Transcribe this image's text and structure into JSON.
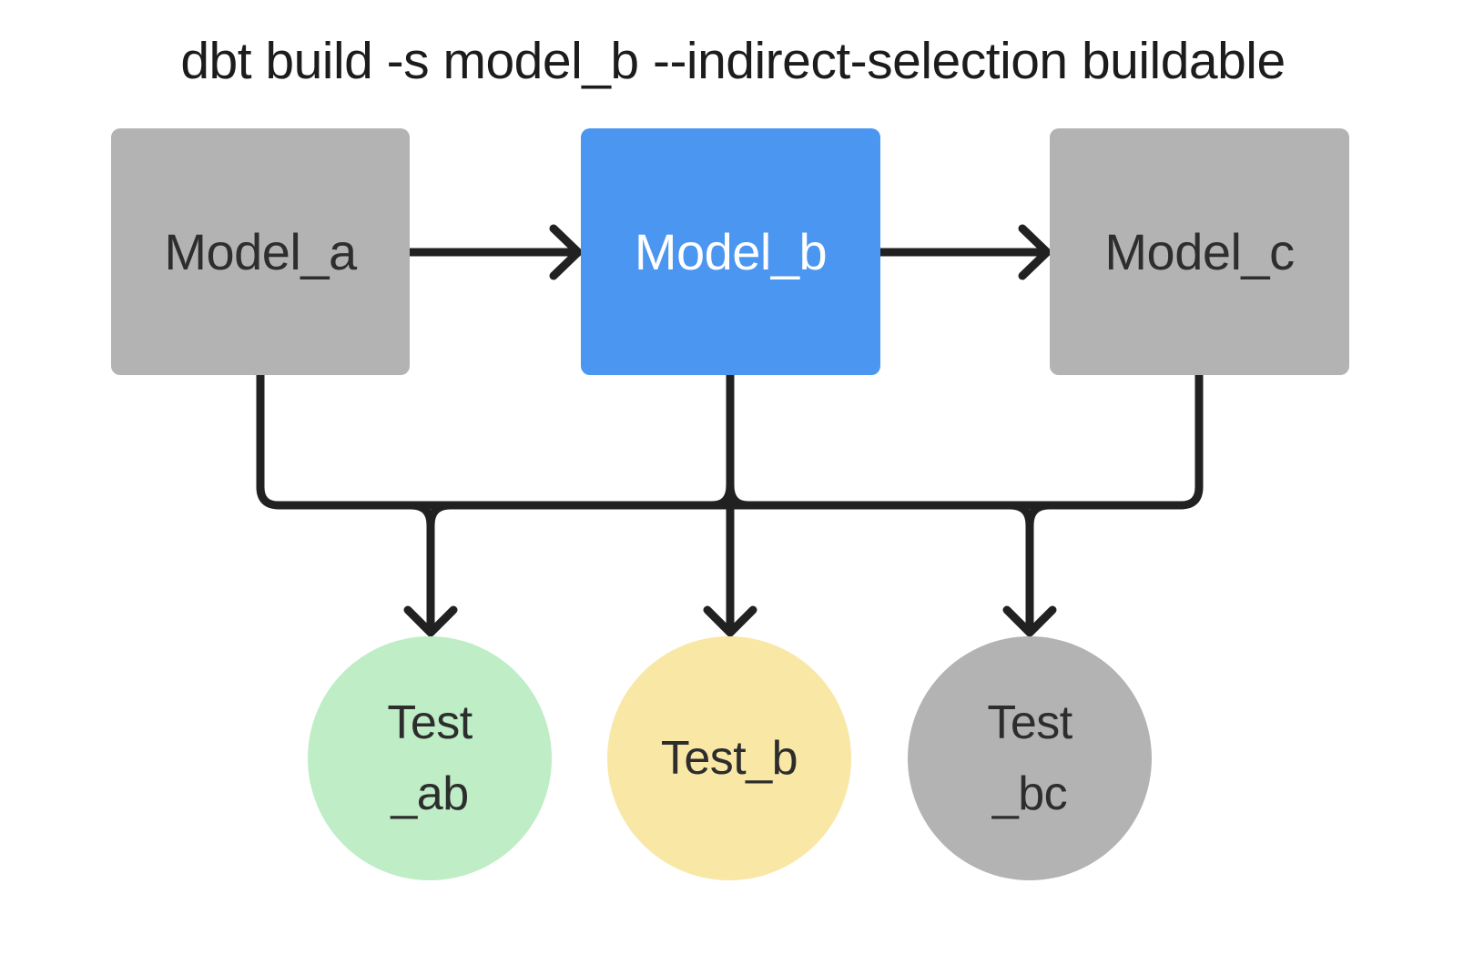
{
  "title": "dbt build -s model_b --indirect-selection buildable",
  "nodes": {
    "models": [
      {
        "label": "Model_a",
        "fill": "#b3b3b3",
        "text_color": "#2e2e2e",
        "highlighted": false
      },
      {
        "label": "Model_b",
        "fill": "#4a96f1",
        "text_color": "#ffffff",
        "highlighted": true
      },
      {
        "label": "Model_c",
        "fill": "#b3b3b3",
        "text_color": "#2e2e2e",
        "highlighted": false
      }
    ],
    "tests": [
      {
        "label_line1": "Test",
        "label_line2": "_ab",
        "fill": "#beedc6"
      },
      {
        "label_line1": "Test_b",
        "label_line2": "",
        "fill": "#f9e7a5"
      },
      {
        "label_line1": "Test",
        "label_line2": "_bc",
        "fill": "#b3b3b3"
      }
    ]
  },
  "edges": [
    {
      "from": "Model_a",
      "to": "Model_b"
    },
    {
      "from": "Model_b",
      "to": "Model_c"
    },
    {
      "from": "Model_a",
      "to": "Test_ab"
    },
    {
      "from": "Model_b",
      "to": "Test_ab"
    },
    {
      "from": "Model_b",
      "to": "Test_b"
    },
    {
      "from": "Model_b",
      "to": "Test_bc"
    },
    {
      "from": "Model_c",
      "to": "Test_bc"
    }
  ],
  "colors": {
    "background": "#ffffff",
    "line": "#212121",
    "highlighted_model": "#4a96f1",
    "unselected_grey": "#b3b3b3",
    "test_green": "#beedc6",
    "test_yellow": "#f9e7a5",
    "title_text": "#1c1c1c"
  }
}
